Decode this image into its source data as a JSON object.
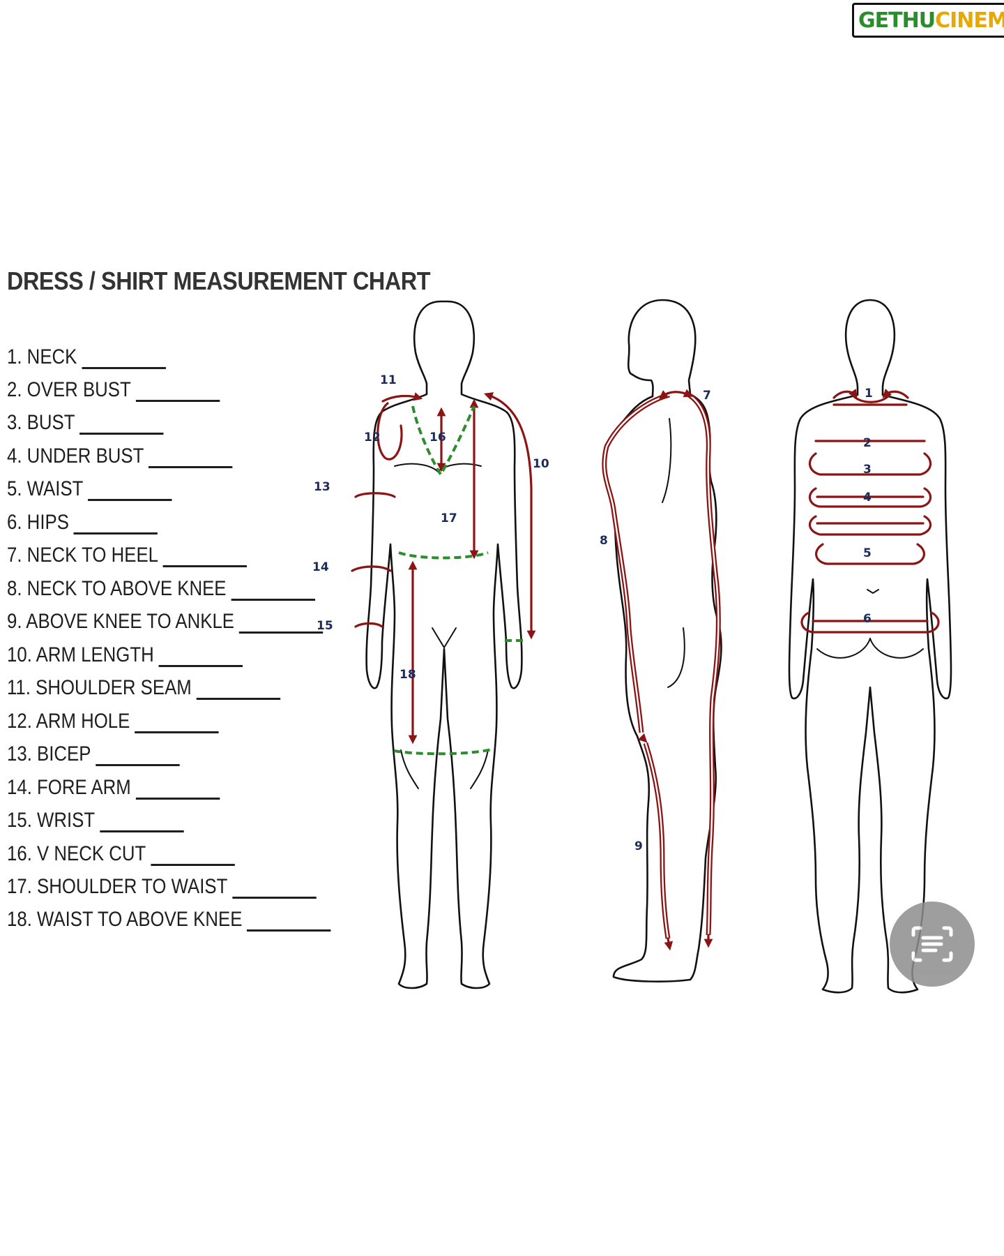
{
  "logo": {
    "part1": "GETHU",
    "part2": "CINEMA"
  },
  "title": "DRESS / SHIRT MEASUREMENT CHART",
  "items": [
    "1. NECK",
    "2. OVER BUST",
    "3. BUST",
    "4. UNDER BUST",
    "5. WAIST",
    "6. HIPS",
    "7. NECK TO HEEL",
    "8. NECK TO ABOVE KNEE",
    "9. ABOVE KNEE TO ANKLE",
    "10. ARM LENGTH",
    "11. SHOULDER SEAM",
    "12. ARM HOLE",
    "13. BICEP",
    "14. FORE ARM",
    "15. WRIST",
    "16. V NECK CUT",
    "17. SHOULDER TO WAIST",
    "18. WAIST TO ABOVE KNEE"
  ],
  "front_labels": [
    "11",
    "12",
    "16",
    "10",
    "13",
    "17",
    "14",
    "15",
    "18"
  ],
  "side_labels": [
    "7",
    "8",
    "9"
  ],
  "back_labels": [
    "1",
    "2",
    "3",
    "4",
    "5",
    "6"
  ],
  "colors": {
    "measure_line": "#8b1414",
    "guide_dashed": "#2e8b2e",
    "label_text": "#1c2c5a"
  },
  "icons": {
    "lens": "google-lens-icon"
  }
}
